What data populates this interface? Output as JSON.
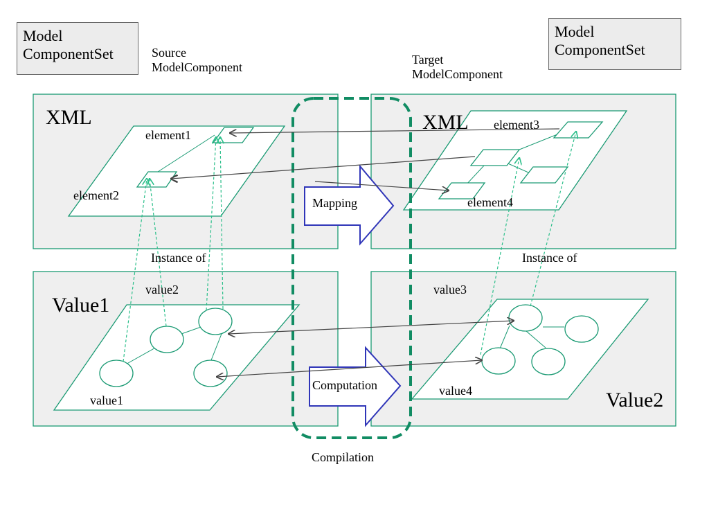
{
  "source_set": {
    "line1": "Model",
    "line2": "ComponentSet"
  },
  "target_set": {
    "line1": "Model",
    "line2": "ComponentSet"
  },
  "source_header": {
    "line1": "Source",
    "line2": "ModelComponent"
  },
  "target_header": {
    "line1": "Target",
    "line2": "ModelComponent"
  },
  "panels": {
    "src_xml": "XML",
    "tgt_xml": "XML",
    "src_value": "Value1",
    "tgt_value": "Value2"
  },
  "elements": {
    "element1": "element1",
    "element2": "element2",
    "element3": "element3",
    "element4": "element4"
  },
  "values": {
    "value1": "value1",
    "value2": "value2",
    "value3": "value3",
    "value4": "value4"
  },
  "instance_of_left": "Instance of",
  "instance_of_right": "Instance of",
  "mapping_label": "Mapping",
  "computation_label": "Computation",
  "compilation_label": "Compilation",
  "colors": {
    "panel_fill": "#efefef",
    "green": "#1a9a73",
    "dashed_green": "#2bbf8a",
    "compilation_green": "#118c63",
    "arrow_blue": "#2f35b8",
    "connector_gray": "#444444"
  }
}
